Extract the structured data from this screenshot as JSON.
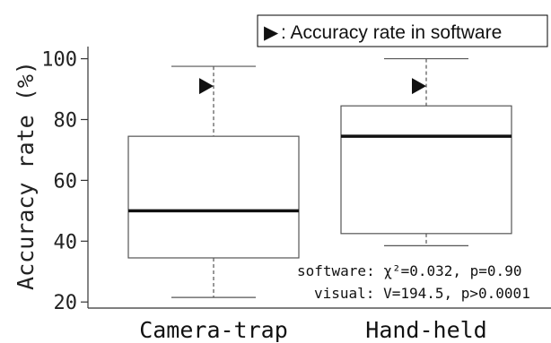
{
  "chart_data": {
    "type": "box",
    "ylabel": "Accuracy rate (%)",
    "ylim": [
      18,
      104
    ],
    "yticks": [
      20,
      40,
      60,
      80,
      100
    ],
    "categories": [
      "Camera-trap",
      "Hand-held"
    ],
    "boxes": [
      {
        "name": "Camera-trap",
        "whisker_low": 21.5,
        "q1": 34.5,
        "median": 50,
        "q3": 74.5,
        "whisker_high": 97.5,
        "software": 91
      },
      {
        "name": "Hand-held",
        "whisker_low": 38.5,
        "q1": 42.5,
        "median": 74.5,
        "q3": 84.5,
        "whisker_high": 100,
        "software": 91
      }
    ],
    "legend": {
      "symbol": "▶",
      "label": ": Accuracy rate in software",
      "position": "top-right"
    },
    "annotations": [
      "software: χ²=0.032, p=0.90",
      "visual: V=194.5, p>0.0001"
    ],
    "colors": {
      "box": "#555555",
      "median": "#111111",
      "marker": "#111111"
    }
  }
}
